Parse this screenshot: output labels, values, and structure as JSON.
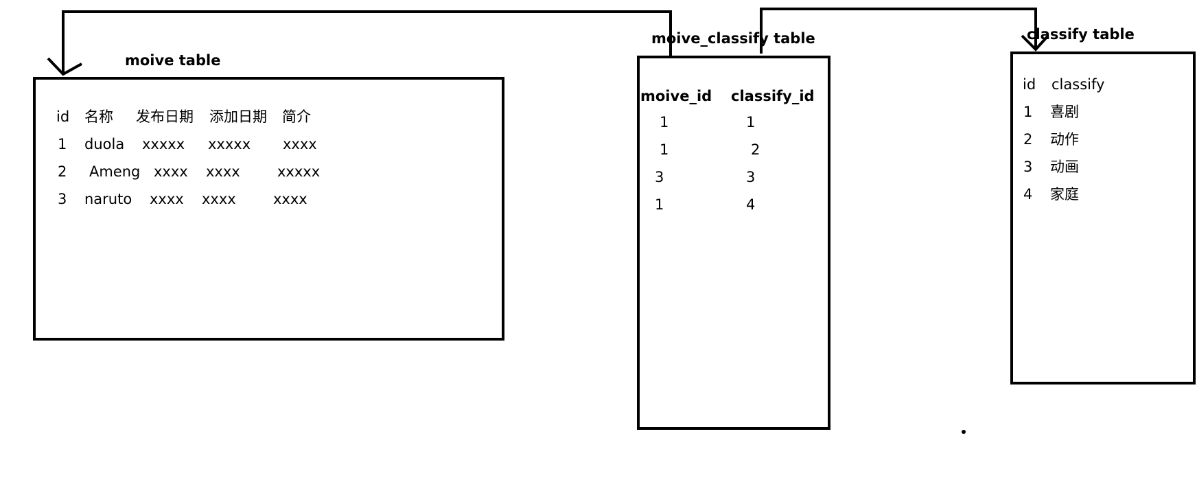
{
  "moive_table": {
    "title": "moive table",
    "headers": [
      "id",
      "名称",
      "发布日期",
      "添加日期",
      "简介"
    ],
    "rows": [
      [
        "1",
        "duola",
        "xxxxx",
        "xxxxx",
        "xxxx"
      ],
      [
        "2",
        "Ameng",
        "xxxx",
        "xxxx",
        "xxxxx"
      ],
      [
        "3",
        "naruto",
        "xxxx",
        "xxxx",
        "xxxx"
      ]
    ]
  },
  "moive_classify_table": {
    "title": "moive_classify table",
    "headers": [
      "moive_id",
      "classify_id"
    ],
    "rows": [
      [
        "1",
        "1"
      ],
      [
        "1",
        "2"
      ],
      [
        "3",
        "3"
      ],
      [
        "1",
        "4"
      ]
    ]
  },
  "classify_table": {
    "title": "classify table",
    "headers": [
      "id",
      "classify"
    ],
    "rows": [
      [
        "1",
        "喜剧"
      ],
      [
        "2",
        "动作"
      ],
      [
        "3",
        "动画"
      ],
      [
        "4",
        "家庭"
      ]
    ]
  },
  "style": {
    "line_color": "#000000",
    "background": "#ffffff"
  }
}
